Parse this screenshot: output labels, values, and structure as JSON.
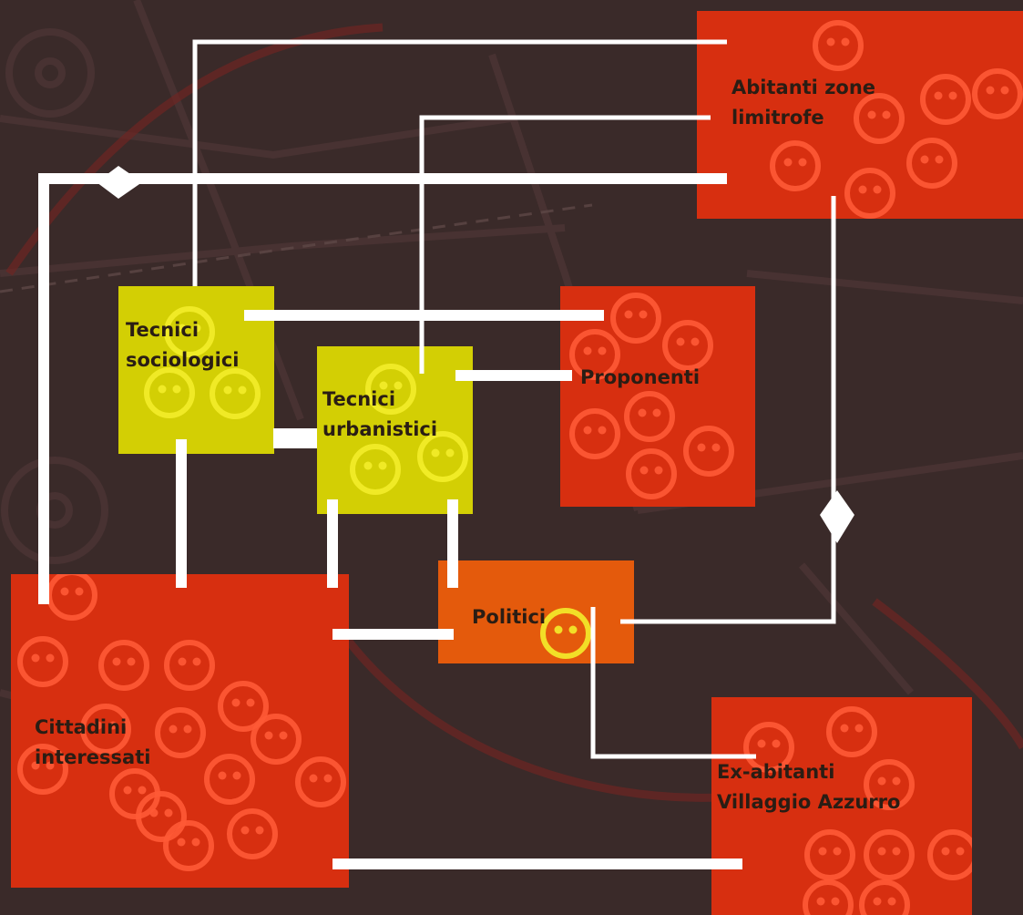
{
  "colors": {
    "background": "#3a2a29",
    "map_lines": "#5a3b39",
    "map_accent": "#6e2522",
    "group_red": "#d72f10",
    "group_orange": "#e45a0c",
    "group_yellow": "#d3cf04",
    "face_red": "#ff5a36",
    "face_yellow": "#f4ee2a",
    "connector": "#ffffff"
  },
  "nodes": {
    "abitanti": {
      "lines": [
        "Abitanti zone",
        "limitrofe"
      ],
      "icon": "smiley-faces"
    },
    "proponenti": {
      "lines": [
        "Proponenti"
      ],
      "icon": "smiley-faces"
    },
    "sociologici": {
      "lines": [
        "Tecnici",
        "sociologici"
      ],
      "icon": "smiley-faces"
    },
    "urbanistici": {
      "lines": [
        "Tecnici",
        "urbanistici"
      ],
      "icon": "smiley-faces"
    },
    "politici": {
      "lines": [
        "Politici"
      ],
      "icon": "smiley-faces"
    },
    "cittadini": {
      "lines": [
        "Cittadini",
        "interessati"
      ],
      "icon": "smiley-faces"
    },
    "exabitanti": {
      "lines": [
        "Ex-abitanti",
        "Villaggio Azzurro"
      ],
      "icon": "smiley-faces"
    }
  }
}
